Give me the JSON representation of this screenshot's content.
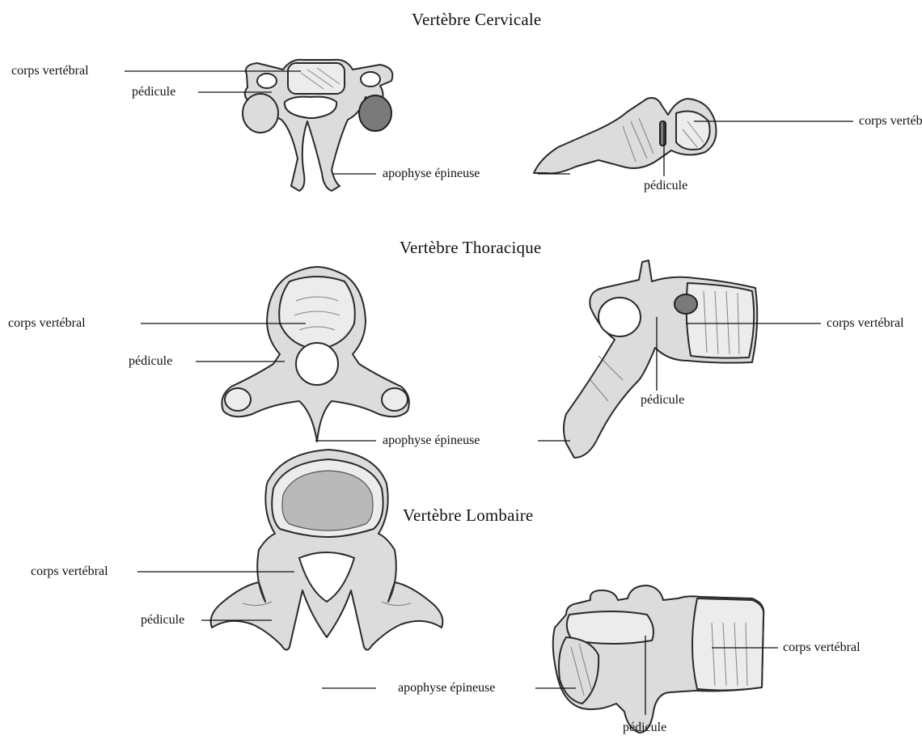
{
  "sections": [
    {
      "title": "Vertèbre Cervicale",
      "left": {
        "corps": "corps vertébral",
        "pedicule": "pédicule",
        "apophyse": "apophyse épineuse"
      },
      "right": {
        "corps": "corps vertébral",
        "pedicule": "pédicule"
      }
    },
    {
      "title": "Vertèbre Thoracique",
      "left": {
        "corps": "corps vertébral",
        "pedicule": "pédicule",
        "apophyse": "apophyse épineuse"
      },
      "right": {
        "corps": "corps vertébral",
        "pedicule": "pédicule"
      }
    },
    {
      "title": "Vertèbre Lombaire",
      "left": {
        "corps": "corps vertébral",
        "pedicule": "pédicule",
        "apophyse": "apophyse épineuse"
      },
      "right": {
        "corps": "corps vertébral",
        "pedicule": "pédicule"
      }
    }
  ]
}
